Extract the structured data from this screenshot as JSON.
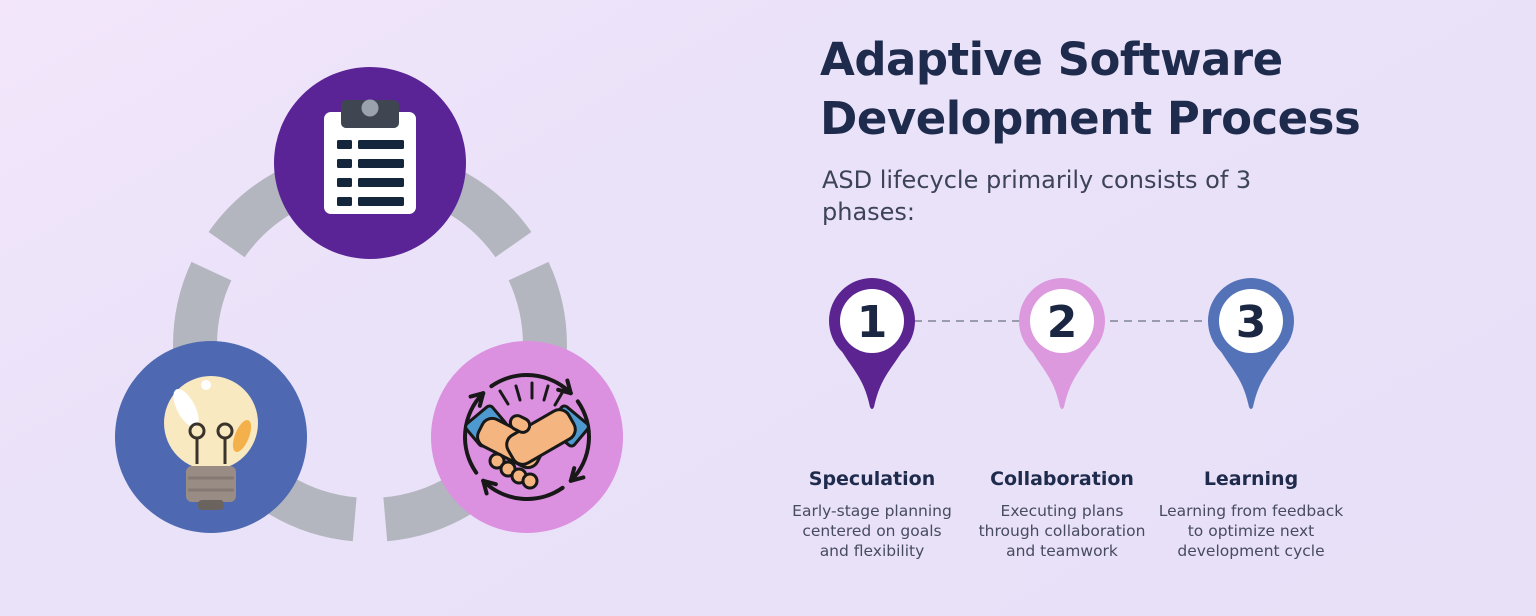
{
  "header": {
    "title": "Adaptive Software\nDevelopment Process",
    "subtitle": "ASD lifecycle primarily consists of 3\nphases:",
    "title_color": "#1e2b4d",
    "subtitle_color": "#3d4359"
  },
  "diagram": {
    "ring_color": "#b3b6bf",
    "nodes": [
      {
        "icon": "clipboard-icon",
        "color": "#5a2497"
      },
      {
        "icon": "lightbulb-icon",
        "color": "#4e69b2"
      },
      {
        "icon": "handshake-cycle-icon",
        "color": "#dc90e0"
      }
    ]
  },
  "timeline": {
    "connector_color": "#9a9cae",
    "number_color": "#1b2742",
    "phases": [
      {
        "number": "1",
        "name": "Speculation",
        "description": "Early-stage planning\ncentered on goals\nand flexibility",
        "pin_color": "#5b2491"
      },
      {
        "number": "2",
        "name": "Collaboration",
        "description": "Executing plans\nthrough collaboration\nand teamwork",
        "pin_color": "#dd99de"
      },
      {
        "number": "3",
        "name": "Learning",
        "description": "Learning from feedback\nto optimize next\ndevelopment cycle",
        "pin_color": "#5472b8"
      }
    ]
  }
}
